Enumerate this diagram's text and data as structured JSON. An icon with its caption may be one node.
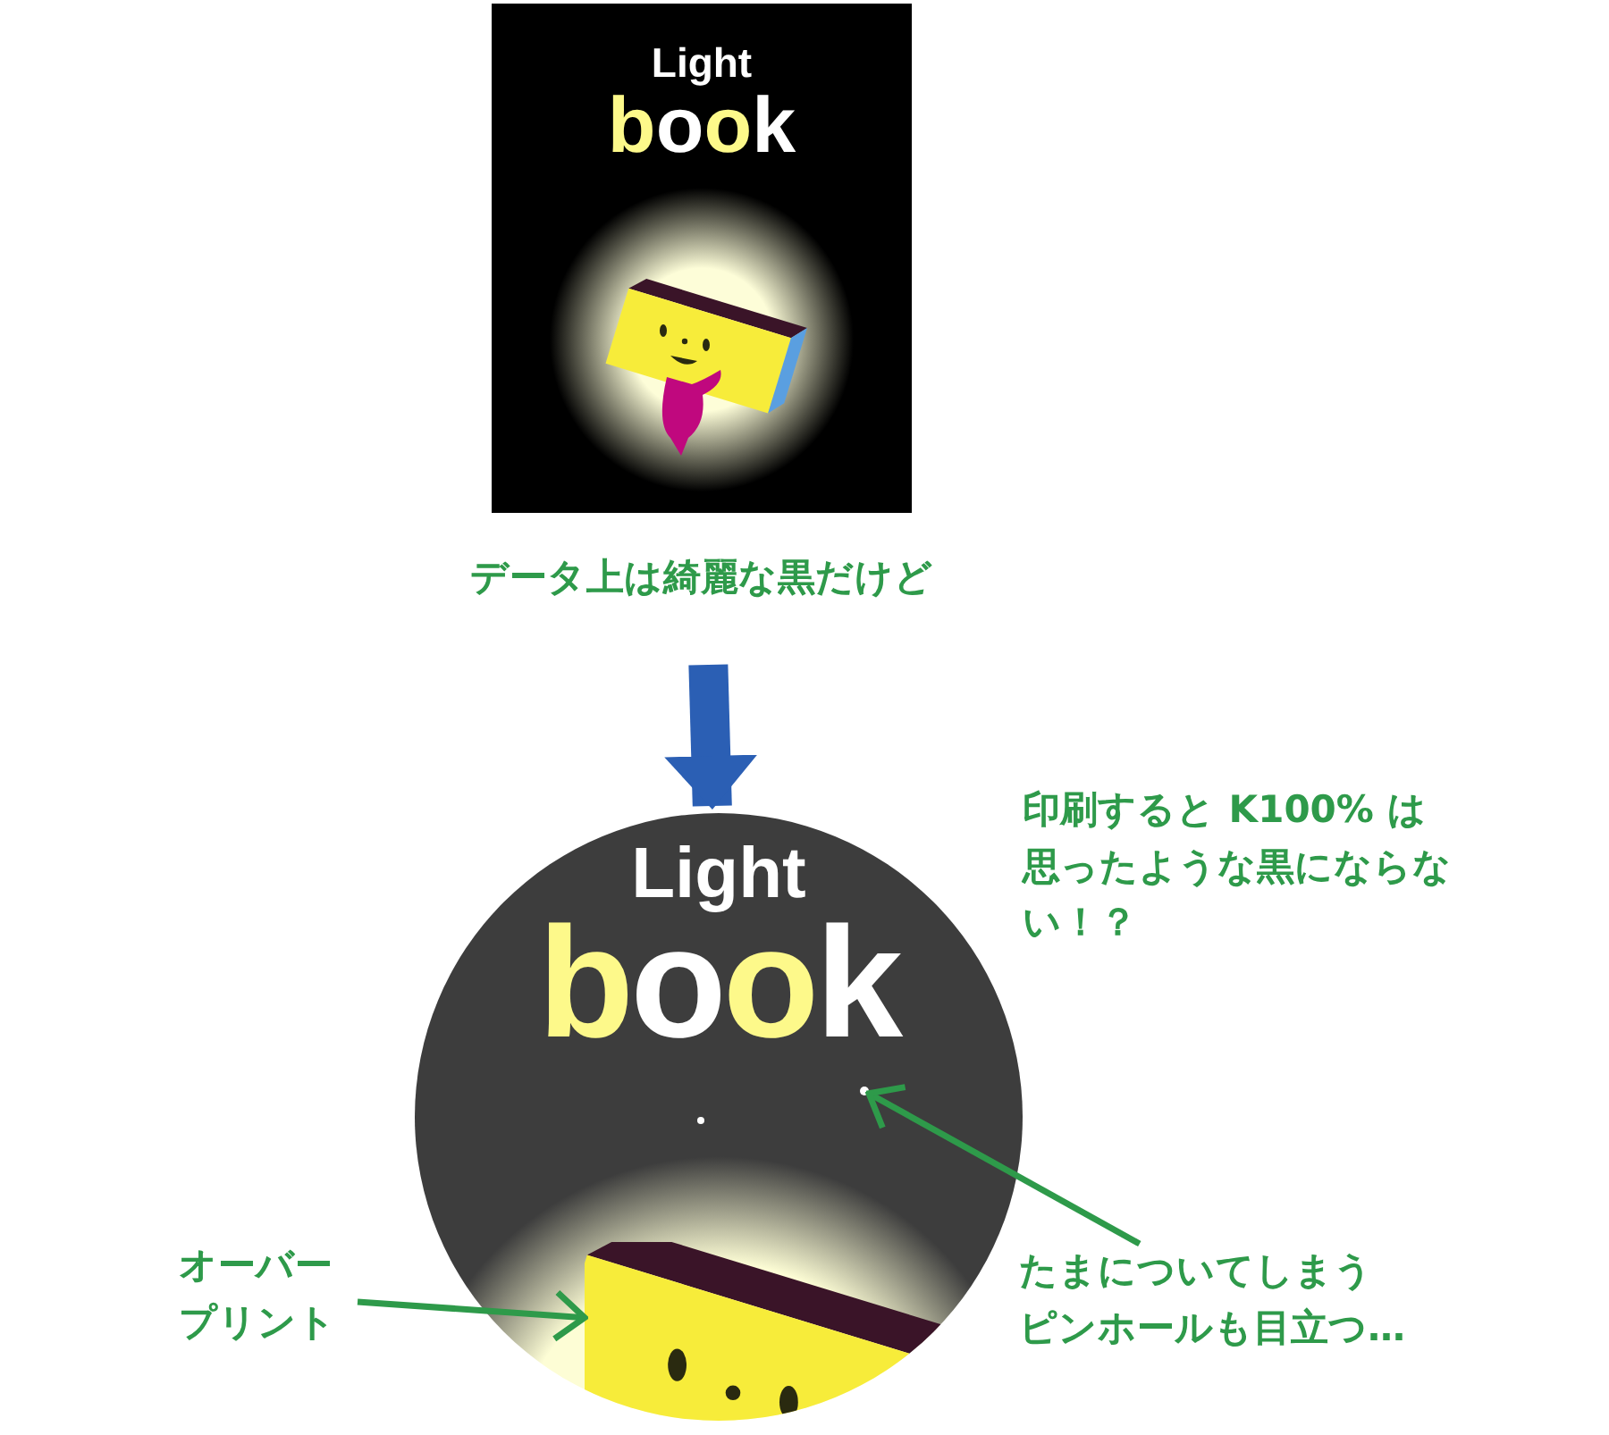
{
  "diagram": {
    "nodes": [
      {
        "text": [
          "Light",
          "book"
        ],
        "beside": [
          "データ上は綺麗な黒だけど"
        ]
      },
      {
        "text": [
          "Light",
          "book"
        ]
      },
      {
        "text": [],
        "shape": "circle",
        "in": 1
      },
      {
        "text": [],
        "shape": "picture"
      },
      {
        "text": [
          "オーバープリント"
        ]
      },
      {
        "text": [
          "たまについてしまうピンホールも目立つ…"
        ]
      }
    ],
    "edges": [
      {
        "from": 0,
        "to": 1,
        "arrow": "to",
        "style": "thick",
        "color": "#2b5fb4"
      },
      {
        "from": 4,
        "to": 3,
        "arrow": "to"
      },
      {
        "from": 5,
        "to": 2,
        "arrow": "to"
      }
    ],
    "labels": [
      "印刷すると K100% は思ったような黒にならない！？"
    ]
  }
}
